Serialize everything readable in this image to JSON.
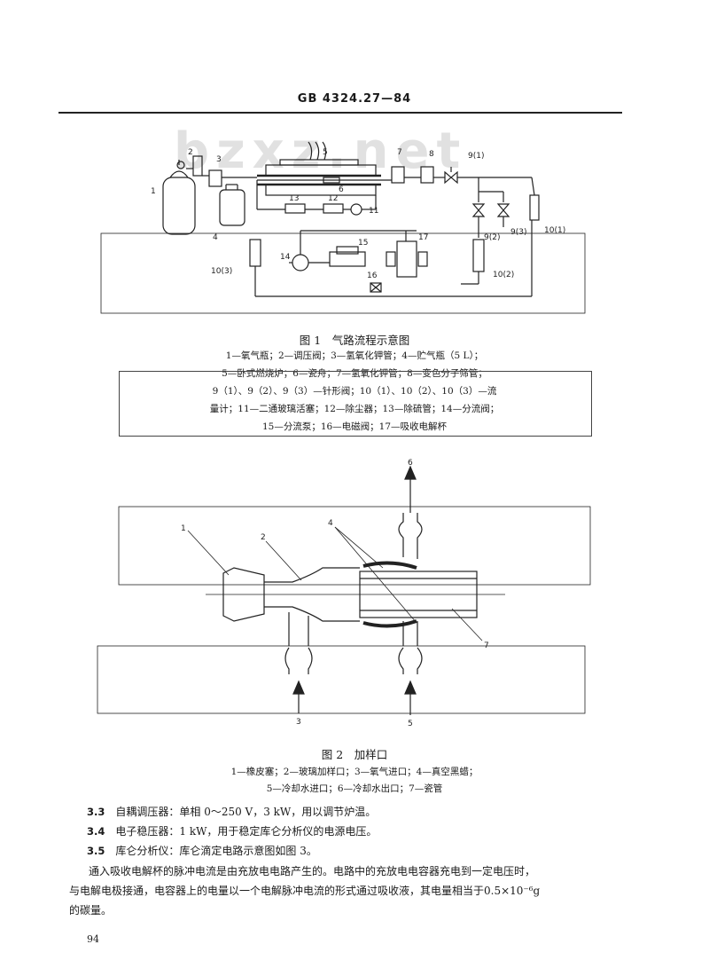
{
  "header": {
    "standard_number": "GB 4324.27—84"
  },
  "watermark": "bzxz.net",
  "figure1": {
    "labels": [
      "1",
      "2",
      "3",
      "4",
      "5",
      "6",
      "7",
      "8",
      "9(1)",
      "9(2)",
      "9(3)",
      "10(1)",
      "10(2)",
      "10(3)",
      "11",
      "12",
      "13",
      "14",
      "15",
      "16",
      "17"
    ],
    "caption": "图 1　气路流程示意图",
    "legend": [
      "1—氧气瓶；2—调压阀；3—氢氧化钾管；4—贮气瓶（5 L）；",
      "5—卧式燃烧炉；6—瓷舟；7—氢氧化钾管；8—变色分子筛管；",
      "9（1）、9（2）、9（3）—针形阀；10（1）、10（2）、10（3）—流",
      "量计；11—二通玻璃活塞；12—除尘器；13—除硫管；14—分流阀；",
      "15—分流泵；16—电磁阀；17—吸收电解杯"
    ]
  },
  "figure2": {
    "labels": [
      "1",
      "2",
      "3",
      "4",
      "5",
      "6",
      "7"
    ],
    "caption": "图 2　加样口",
    "legend": [
      "1—橡皮塞；2—玻璃加样口；3—氧气进口；4—真空黑蜡；",
      "5—冷却水进口；6—冷却水出口；7—瓷管"
    ]
  },
  "sections": [
    {
      "number": "3.3",
      "text": "自耦调压器：单相 0～250 V，3 kW，用以调节炉温。"
    },
    {
      "number": "3.4",
      "text": "电子稳压器：1 kW，用于稳定库仑分析仪的电源电压。"
    },
    {
      "number": "3.5",
      "text": "库仑分析仪：库仑滴定电路示意图如图 3。"
    }
  ],
  "paragraph": [
    "通入吸收电解杯的脉冲电流是由充放电电路产生的。电路中的充放电电容器充电到一定电压时，",
    "与电解电极接通，电容器上的电量以一个电解脉冲电流的形式通过吸收液，其电量相当于0.5×10⁻⁶g",
    "的碳量。"
  ],
  "page_number": "94"
}
